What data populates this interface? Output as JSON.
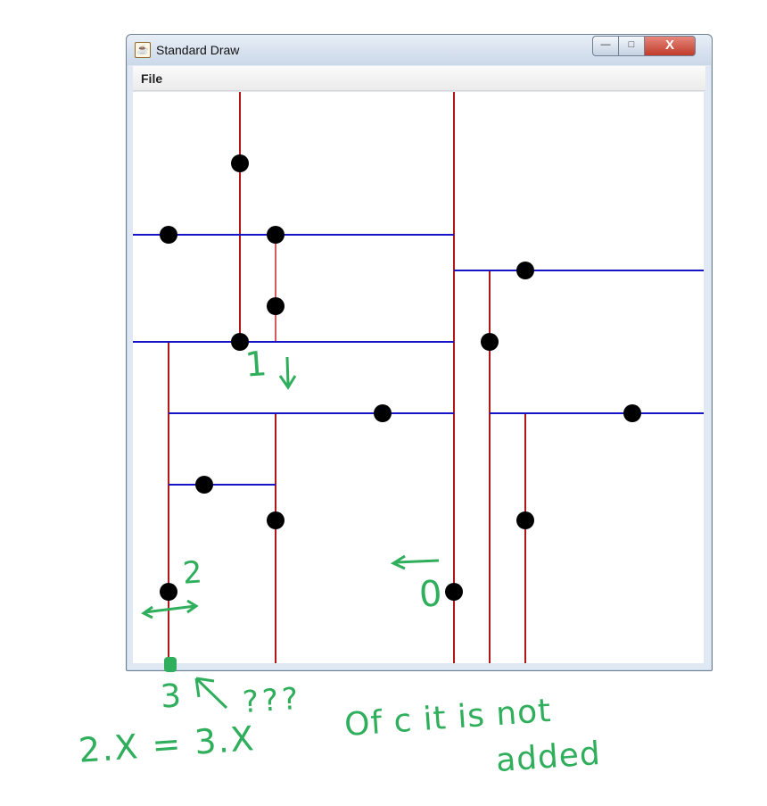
{
  "window": {
    "title": "Standard Draw",
    "app_icon": "java-coffee-icon",
    "controls": {
      "minimize_icon": "minimize-icon",
      "maximize_icon": "maximize-icon",
      "close_icon": "close-icon",
      "close_label": "X"
    }
  },
  "menu": {
    "items": [
      {
        "label": "File"
      }
    ]
  },
  "colors": {
    "vertical_split": "#b01818",
    "horizontal_split": "#1414c8",
    "point": "#000000",
    "annotation": "#2fae5b"
  },
  "annotations": {
    "one": "1",
    "zero": "0",
    "two": "2",
    "three": "3",
    "question": "???",
    "equation": "2.X = 3.X",
    "comment_line1": "Of c  it is not",
    "comment_line2": "added"
  }
}
